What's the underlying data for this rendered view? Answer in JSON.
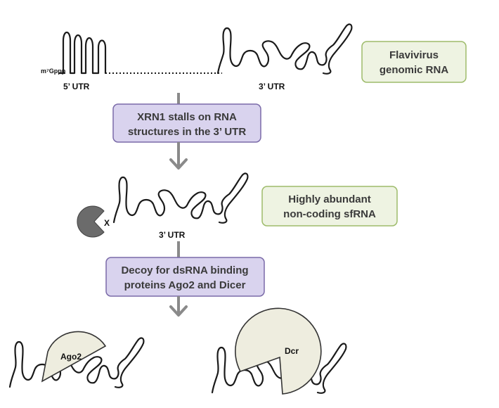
{
  "genome": {
    "cap_label": "m⁷Gppp",
    "utr5_label": "5’ UTR",
    "utr3_label": "3’ UTR",
    "box_line1": "Flavivirus",
    "box_line2": "genomic RNA"
  },
  "step1": {
    "line1": "XRN1 stalls on RNA",
    "line2": "structures in the 3’ UTR"
  },
  "sfrna": {
    "x_mark": "X",
    "utr3_label": "3’ UTR",
    "box_line1": "Highly abundant",
    "box_line2": "non-coding sfRNA"
  },
  "step2": {
    "line1": "Decoy for dsRNA binding",
    "line2": "proteins Ago2 and Dicer"
  },
  "proteins": {
    "ago2_label": "Ago2",
    "dicer_label": "Dcr"
  },
  "colors": {
    "purple_box_fill": "#d9d3ee",
    "purple_box_border": "#7a6aa8",
    "green_box_fill": "#eef3e2",
    "green_box_border": "#9dbb6a",
    "arrow": "#8a8a8a",
    "protein_fill": "#eeeddf",
    "xrn1": "#6b6b6b"
  }
}
